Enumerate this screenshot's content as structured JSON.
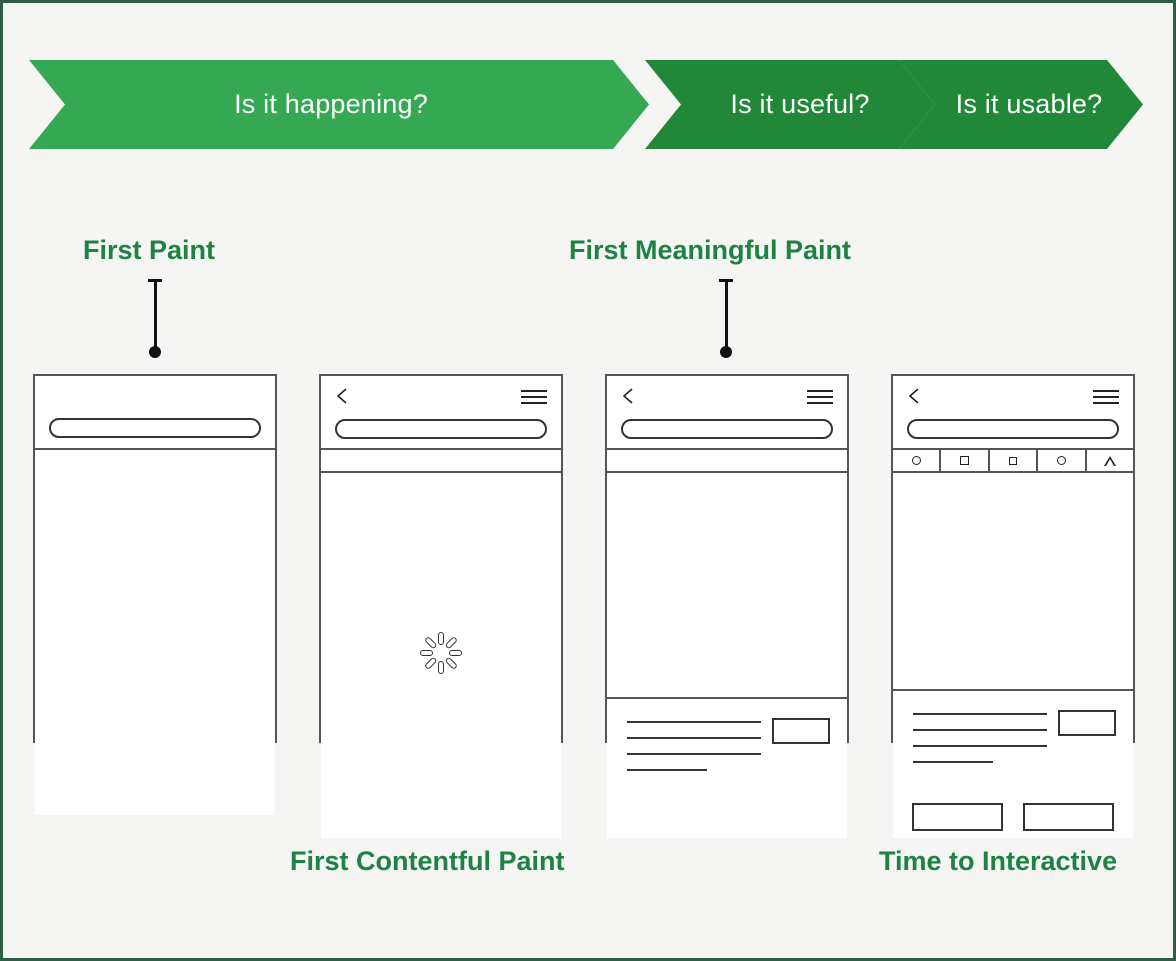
{
  "theme": {
    "page_background": "#f5f5f4",
    "page_border": "#2f5d43",
    "banner_light_green": "#34a853",
    "banner_dark_green": "#218739",
    "label_green": "#1e8242",
    "wireframe_stroke": "#555555"
  },
  "banner": {
    "segments": [
      {
        "label": "Is it happening?",
        "color": "#34a853"
      },
      {
        "label": "Is it useful?",
        "color": "#218739"
      },
      {
        "label": "Is it usable?",
        "color": "#218739"
      }
    ]
  },
  "metrics": [
    {
      "key": "fp",
      "label": "First Paint",
      "position": "above"
    },
    {
      "key": "fmp",
      "label": "First Meaningful Paint",
      "position": "above"
    },
    {
      "key": "fcp",
      "label": "First Contentful Paint",
      "position": "below"
    },
    {
      "key": "tti",
      "label": "Time to Interactive",
      "position": "below"
    }
  ],
  "phones": [
    {
      "key": "phone-first-paint",
      "metric": "First Paint",
      "has_back": false,
      "has_menu": false,
      "has_urlbar": true,
      "has_band": false,
      "has_toolbar": false,
      "has_spinner": false,
      "has_content": false,
      "has_buttons": false
    },
    {
      "key": "phone-first-contentful-paint",
      "metric": "First Contentful Paint",
      "has_back": true,
      "has_menu": true,
      "has_urlbar": true,
      "has_band": true,
      "has_toolbar": false,
      "has_spinner": true,
      "has_content": false,
      "has_buttons": false
    },
    {
      "key": "phone-first-meaningful-paint",
      "metric": "First Meaningful Paint",
      "has_back": true,
      "has_menu": true,
      "has_urlbar": true,
      "has_band": true,
      "has_toolbar": false,
      "has_spinner": false,
      "has_content": true,
      "has_buttons": false
    },
    {
      "key": "phone-time-to-interactive",
      "metric": "Time to Interactive",
      "has_back": true,
      "has_menu": true,
      "has_urlbar": true,
      "has_band": false,
      "has_toolbar": true,
      "has_spinner": false,
      "has_content": true,
      "has_buttons": true
    }
  ],
  "toolbar_icons": [
    "circle-icon",
    "square-icon",
    "square-small-icon",
    "circle-icon",
    "triangle-icon"
  ],
  "icons": {
    "back": "back-chevron-icon",
    "menu": "hamburger-menu-icon",
    "spinner": "loading-spinner-icon",
    "urlbar": "url-bar-pill"
  }
}
